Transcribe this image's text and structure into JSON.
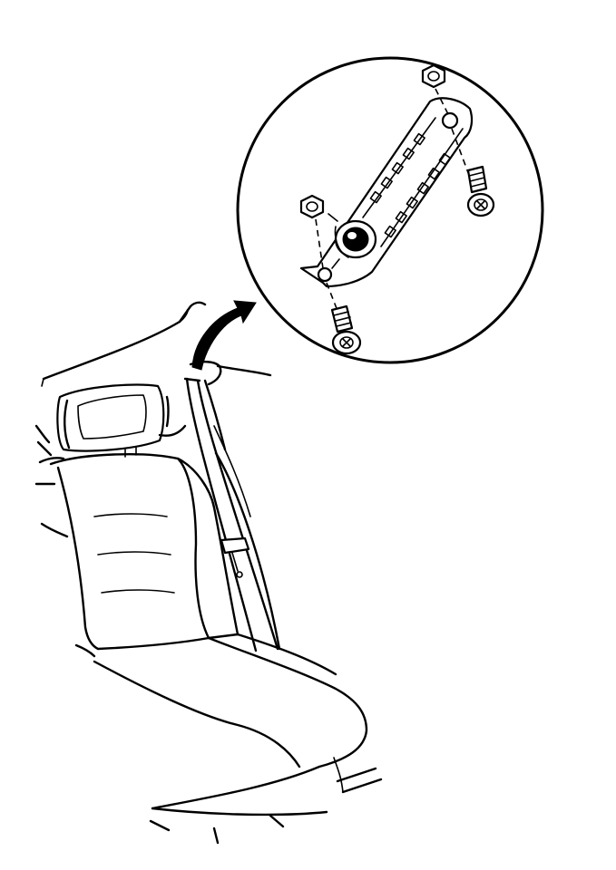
{
  "illustration": {
    "subject": "rear-seat-belt-retractor-mounting",
    "colors": {
      "line": "#000000",
      "background": "#ffffff"
    },
    "detail_view": {
      "parts": [
        "retractor-bracket",
        "nut",
        "nut",
        "bolt",
        "bolt"
      ]
    }
  }
}
